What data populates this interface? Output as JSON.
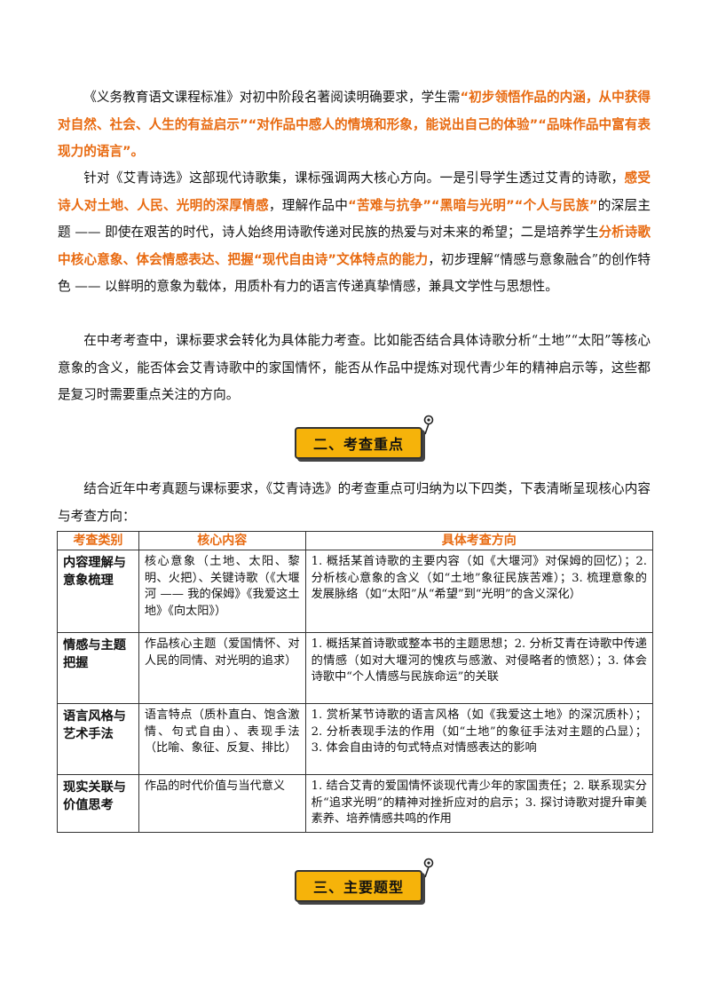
{
  "para1": {
    "t1": "《义务教育语文课程标准》对初中阶段名著阅读明确要求，学生需",
    "h1": "“初步领悟作品的内涵，从中获得对自然、社会、人生的有益启示”“对作品中感人的情境和形象，能说出自己的体验”“品味作品中富有表现力的语言”。"
  },
  "para2": {
    "t1": "针对《艾青诗选》这部现代诗歌集，课标强调两大核心方向。一是引导学生透过艾青的诗歌，",
    "h1": "感受诗人对土地、人民、光明的深厚情感",
    "t2": "，理解作品中",
    "h2": "“苦难与抗争”“黑暗与光明”“个人与民族”",
    "t3": "的深层主题 —— 即使在艰苦的时代，诗人始终用诗歌传递对民族的热爱与对未来的希望；二是培养学生",
    "h3": "分析诗歌中核心意象、体会情感表达、把握“现代自由诗”文体特点的能力",
    "t4": "，初步理解“情感与意象融合”的创作特色 —— 以鲜明的意象为载体，用质朴有力的语言传递真挚情感，兼具文学性与思想性。"
  },
  "para3": "在中考考查中，课标要求会转化为具体能力考查。比如能否结合具体诗歌分析“土地”“太阳”等核心意象的含义，能否体会艾青诗歌中的家国情怀，能否从作品中提炼对现代青少年的精神启示等，这些都是复习时需要重点关注的方向。",
  "section2": {
    "title": "二、考查重点"
  },
  "intro": "结合近年中考真题与课标要求，《艾青诗选》的考查重点可归纳为以下四类，下表清晰呈现核心内容与考查方向：",
  "table": {
    "headers": [
      "考查类别",
      "核心内容",
      "具体考查方向"
    ],
    "rows": [
      {
        "category": "内容理解与意象梳理",
        "core": "核心意象（土地、太阳、黎明、火把）、关键诗歌（《大堰河 —— 我的保姆》《我爱这土地》《向太阳》）",
        "direction": "1. 概括某首诗歌的主要内容（如《大堰河》对保姆的回忆）；2. 分析核心意象的含义（如“土地”象征民族苦难）；3. 梳理意象的发展脉络（如“太阳”从“希望”到“光明”的含义深化）"
      },
      {
        "category": "情感与主题把握",
        "core": "作品核心主题（爱国情怀、对人民的同情、对光明的追求）",
        "direction": "1. 概括某首诗歌或整本书的主题思想；2. 分析艾青在诗歌中传递的情感（如对大堰河的愧疚与感激、对侵略者的愤怒）；3. 体会诗歌中“个人情感与民族命运”的关联"
      },
      {
        "category": "语言风格与艺术手法",
        "core": "语言特点（质朴直白、饱含激情、句式自由）、表现手法（比喻、象征、反复、排比）",
        "direction": "1. 赏析某节诗歌的语言风格（如《我爱这土地》的深沉质朴）；2. 分析表现手法的作用（如“土地”的象征手法对主题的凸显）；3. 体会自由诗的句式特点对情感表达的影响"
      },
      {
        "category": "现实关联与价值思考",
        "core": "作品的时代价值与当代意义",
        "direction": "1. 结合艾青的爱国情怀谈现代青少年的家国责任；2. 联系现实分析“追求光明”的精神对挫折应对的启示；3. 探讨诗歌对提升审美素养、培养情感共鸣的作用"
      }
    ]
  },
  "section3": {
    "title": "三、主要题型"
  },
  "colors": {
    "highlight": "#e86a10",
    "banner": "#f6b30a",
    "border": "#333333"
  },
  "icons": [
    "pushpin-icon",
    "pushpin-icon"
  ]
}
